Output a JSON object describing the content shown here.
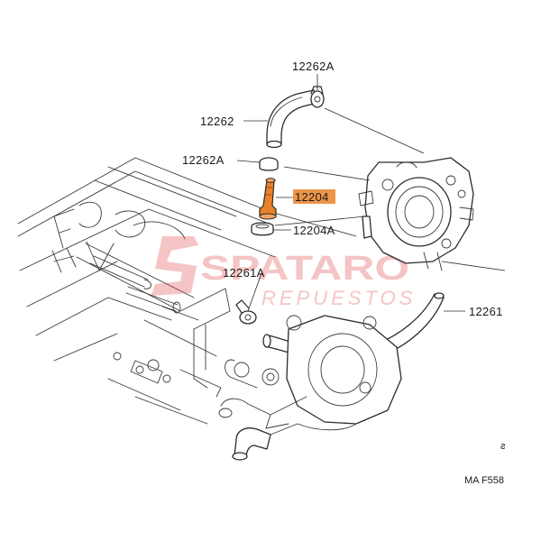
{
  "diagram": {
    "parts": {
      "p12262A_top": "12262A",
      "p12262": "12262",
      "p12262A_mid": "12262A",
      "p12204": "12204",
      "p12204A": "12204A",
      "p12261A": "12261A",
      "p12261": "12261"
    },
    "figure_code": "MA F558",
    "corner_mark": "ƨ",
    "highlighted_part": "12204",
    "highlight_color": "#e8822a"
  },
  "watermark": {
    "brand": "SPATARO",
    "tagline": "REPUESTOS",
    "color": "#e24a4a"
  }
}
